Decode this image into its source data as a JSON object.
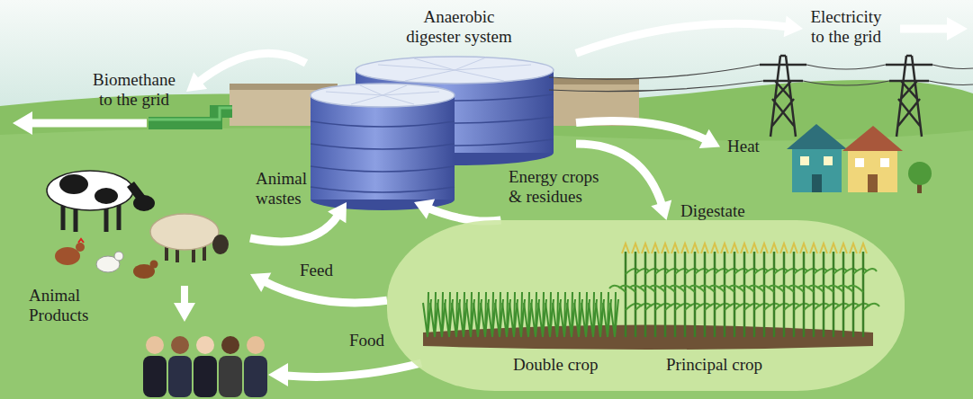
{
  "diagram": {
    "nodes": [
      {
        "text": [
          "Anaerobic digester system"
        ]
      },
      {
        "text": [
          "Biomethane to the grid"
        ]
      },
      {
        "text": [
          "Electricity to the grid"
        ]
      },
      {
        "text": [
          "Heat"
        ]
      },
      {
        "text": [
          "Double crop",
          "Principal crop"
        ]
      },
      {
        "text": [
          "Animal Products"
        ]
      }
    ],
    "edges": [
      {
        "from": 0,
        "to": 1,
        "arrow": "to"
      },
      {
        "from": 0,
        "to": 2,
        "arrow": "to"
      },
      {
        "from": 0,
        "to": 3,
        "arrow": "to"
      },
      {
        "from": 0,
        "to": 4,
        "label": "Digestate",
        "arrow": "to"
      },
      {
        "from": 5,
        "to": 0,
        "label": "Animal wastes",
        "arrow": "to"
      },
      {
        "from": 4,
        "to": 0,
        "label": "Energy crops & residues",
        "arrow": "to"
      },
      {
        "from": 4,
        "to": 5,
        "label": "Feed",
        "arrow": "to"
      }
    ],
    "labels": [
      "Food"
    ]
  }
}
